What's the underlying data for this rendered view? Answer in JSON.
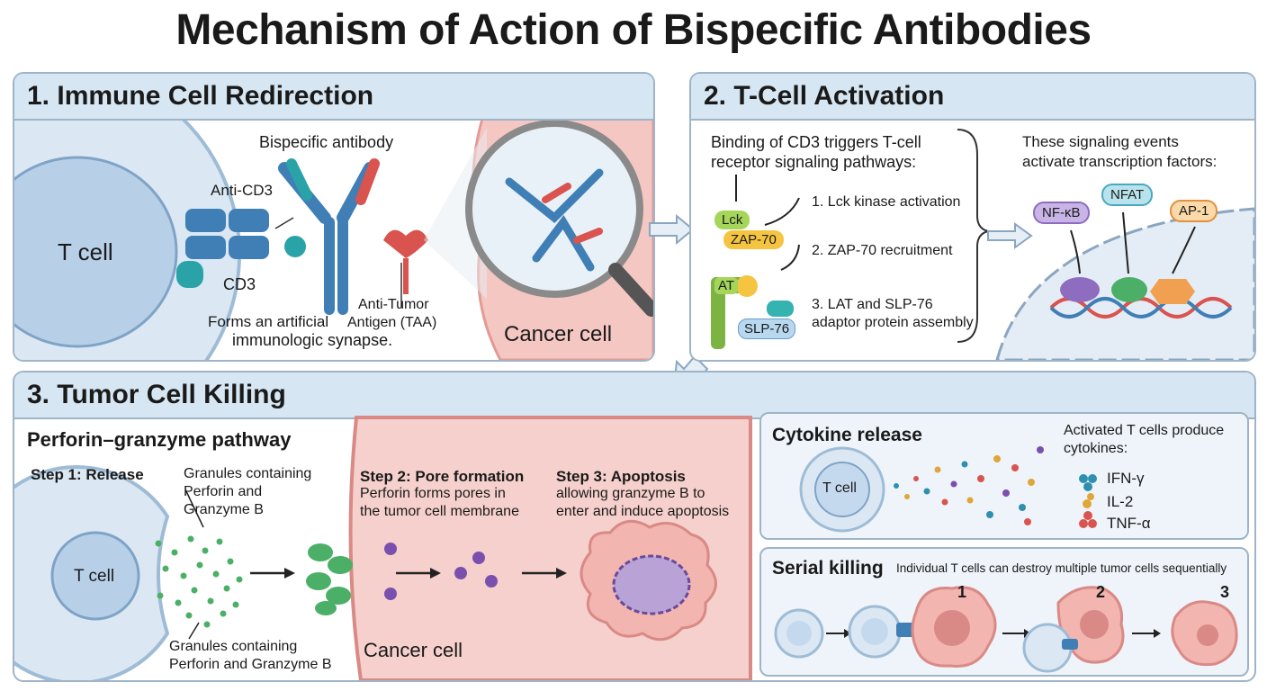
{
  "title": "Mechanism of Action of Bispecific Antibodies",
  "panel1": {
    "heading": "1. Immune Cell Redirection",
    "t_cell": "T cell",
    "bispecific": "Bispecific antibody",
    "anti_cd3": "Anti-CD3",
    "cd3": "CD3",
    "synapse_1": "Forms an artificial",
    "synapse_2": "immunologic synapse.",
    "taa_1": "Anti-Tumor",
    "taa_2": "Antigen (TAA)",
    "cancer": "Cancer cell"
  },
  "panel2": {
    "heading": "2. T-Cell Activation",
    "intro_1": "Binding of CD3 triggers T-cell",
    "intro_2": "receptor signaling pathways:",
    "step1": "1. Lck kinase activation",
    "step2": "2. ZAP-70 recruitment",
    "step3_1": "3. LAT and SLP-76",
    "step3_2": "adaptor protein assembly",
    "lck": "Lck",
    "zap70": "ZAP-70",
    "lat": "AT",
    "slp76": "SLP-76",
    "tf_1": "These signaling events",
    "tf_2": "activate transcription factors:",
    "nfkb": "NF-κB",
    "nfat": "NFAT",
    "ap1": "AP-1"
  },
  "panel3": {
    "heading": "3. Tumor Cell Killing",
    "pathway": "Perforin–granzyme pathway",
    "step1_title": "Step 1: Release",
    "granules_1": "Granules containing",
    "granules_2": "Perforin and",
    "granules_3": "Granzyme B",
    "t_cell": "T cell",
    "granules_bottom_1": "Granules containing",
    "granules_bottom_2": "Perforin and Granzyme B",
    "step2_title": "Step 2: Pore formation",
    "step2_1": "Perforin forms pores in",
    "step2_2": "the tumor cell membrane",
    "step3_title": "Step 3: Apoptosis",
    "step3_1": "allowing granzyme B to",
    "step3_2": "enter and induce apoptosis",
    "cancer": "Cancer cell"
  },
  "cytokine": {
    "heading": "Cytokine release",
    "t_cell": "T cell",
    "desc_1": "Activated T cells produce",
    "desc_2": "cytokines:",
    "items": [
      "IFN-γ",
      "IL-2",
      "TNF-α"
    ]
  },
  "serial": {
    "heading": "Serial killing",
    "desc": "Individual T cells can destroy multiple tumor cells sequentially",
    "labels": [
      "1",
      "2",
      "3"
    ]
  },
  "colors": {
    "panel_head": "#d6e6f2",
    "tcell": "#c9dcef",
    "cancer": "#f4c7c3",
    "antibody_blue": "#3f7fb5",
    "antibody_red": "#d9534f",
    "granule_green": "#4caf68",
    "granzyme_purple": "#7b4fae",
    "ifn": "#2f8fb0",
    "il2": "#e0a63a",
    "tnf": "#d9534f"
  }
}
